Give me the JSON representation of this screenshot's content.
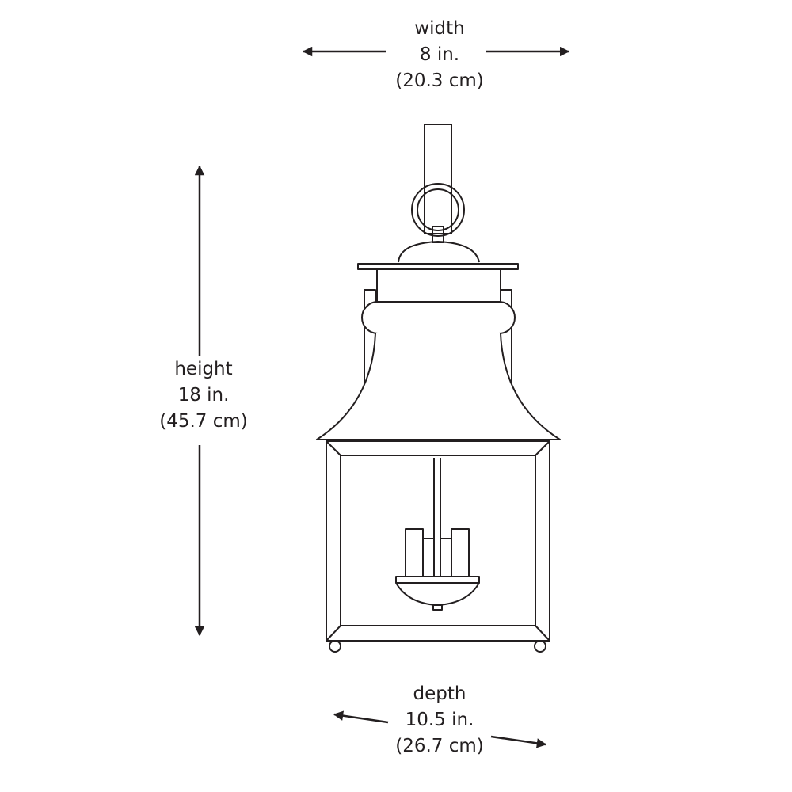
{
  "dimensions": {
    "width": {
      "label": "width",
      "imperial": "8 in.",
      "metric": "(20.3 cm)"
    },
    "height": {
      "label": "height",
      "imperial": "18 in.",
      "metric": "(45.7 cm)"
    },
    "depth": {
      "label": "depth",
      "imperial": "10.5 in.",
      "metric": "(26.7 cm)"
    }
  },
  "colors": {
    "line": "#231f20",
    "background": "#ffffff"
  },
  "icons": {
    "product": "wall-lantern-icon",
    "arrow": "double-arrow-icon"
  }
}
